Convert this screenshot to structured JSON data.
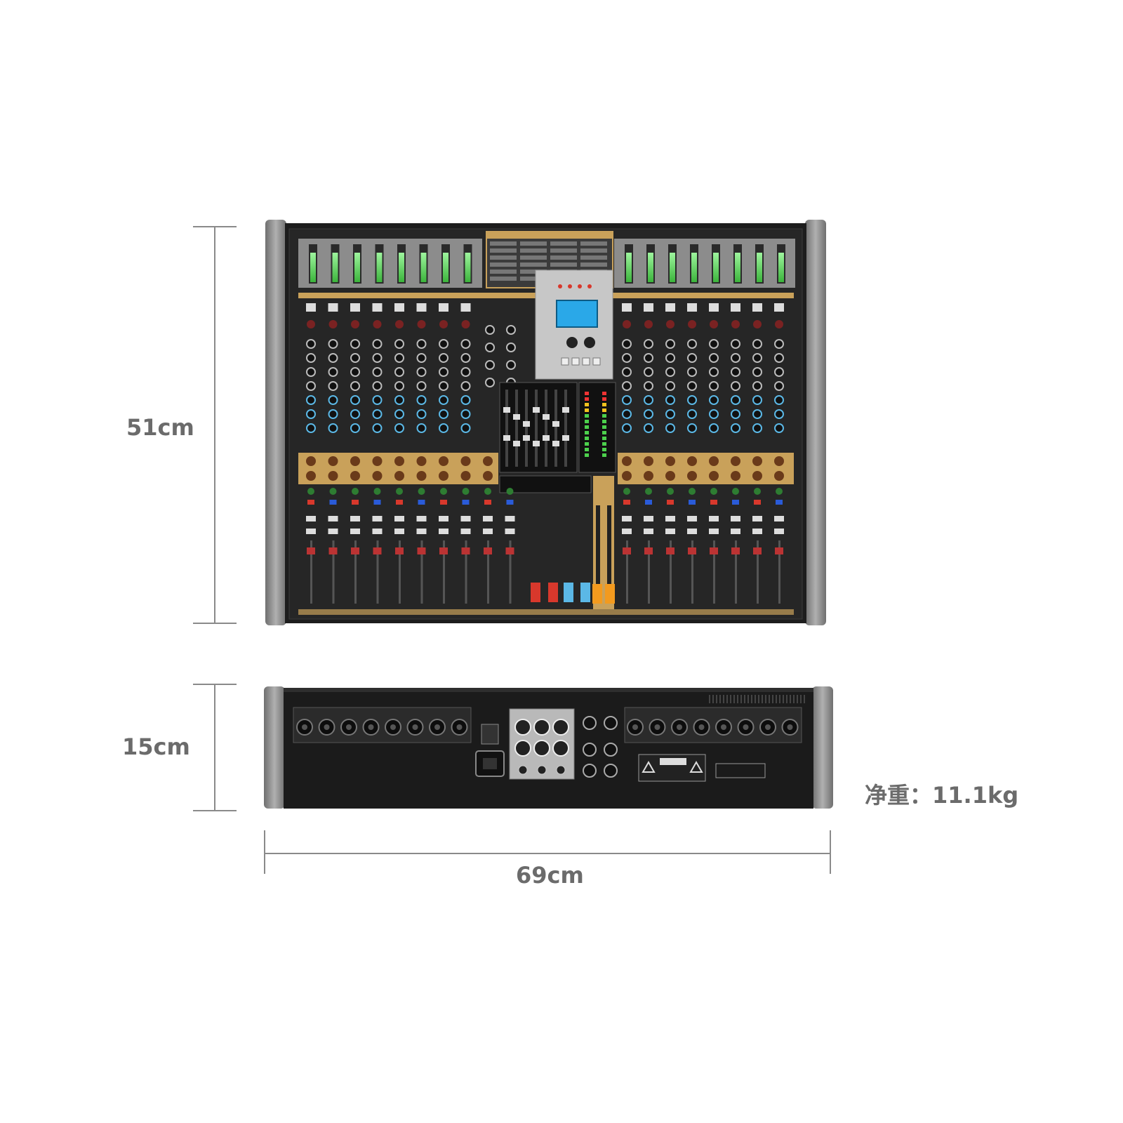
{
  "dimensions": {
    "height": "51cm",
    "depth": "15cm",
    "width": "69cm",
    "weight": "净重：11.1kg"
  },
  "device": {
    "front_left_channel_count": 8,
    "front_right_channel_count": 8,
    "rear_left_jack_count": 8,
    "rear_right_jack_count": 8,
    "colors": {
      "body": "#1f1f1f",
      "side_panel": "#8e8e8e",
      "meter_green": "#4cd04c",
      "accent_gold": "#c9a15a",
      "lcd_blue": "#2aa8e8",
      "fader_red": "#d8382c",
      "fader_blue": "#5bb8e6",
      "fader_orange": "#f39a1e"
    }
  }
}
